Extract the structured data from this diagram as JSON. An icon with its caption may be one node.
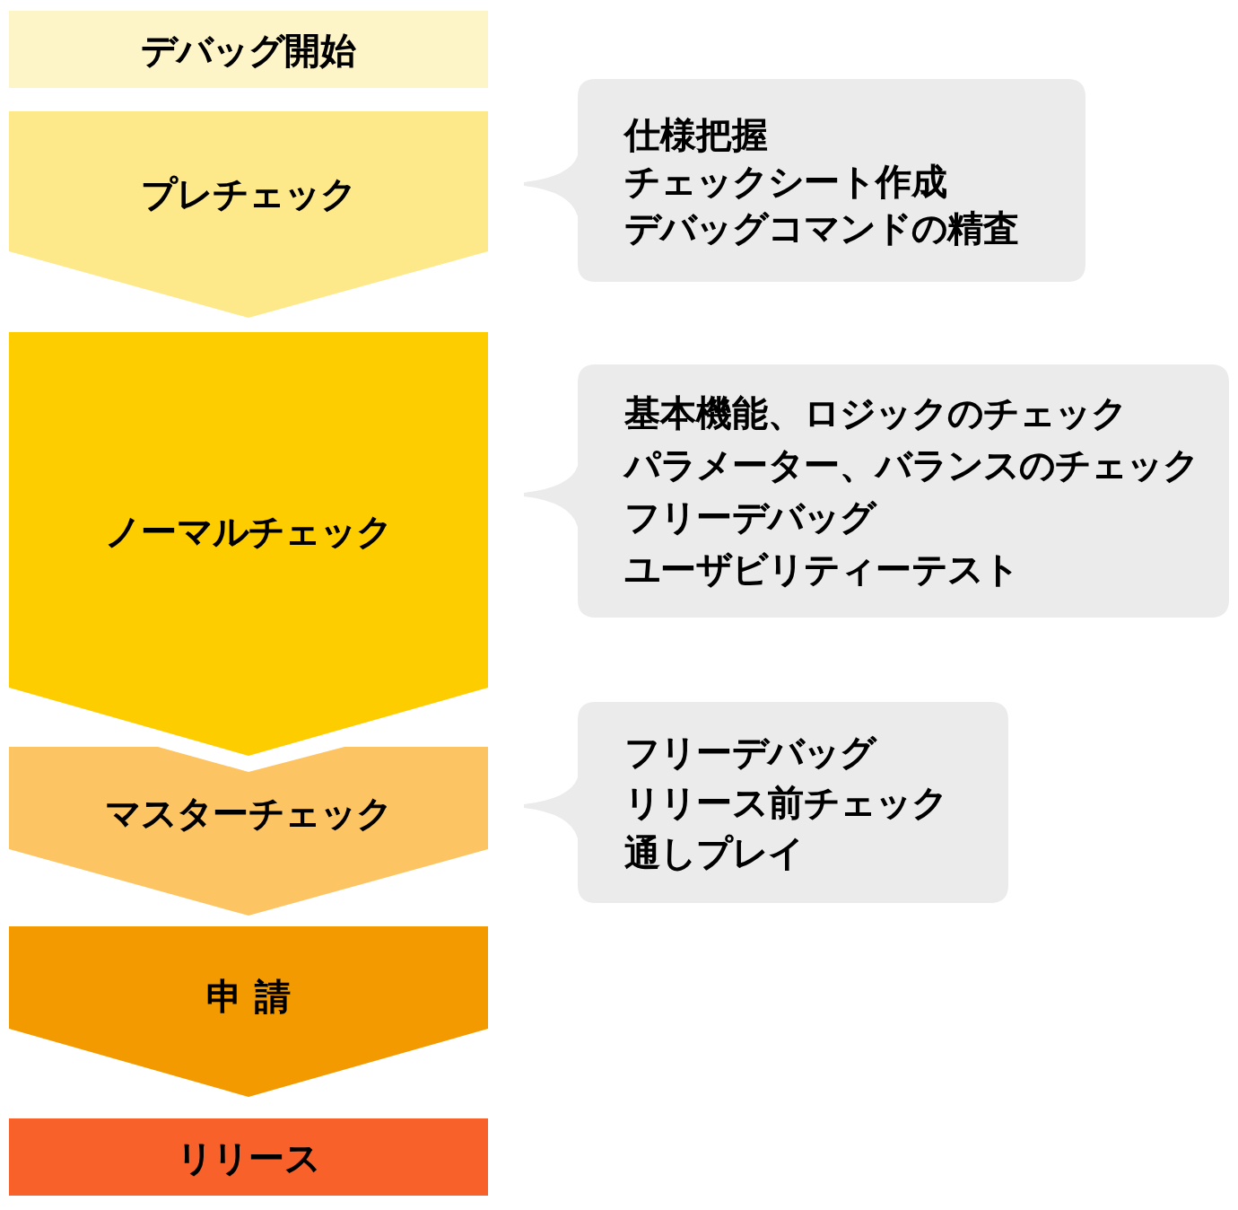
{
  "diagram": {
    "nodes": [
      {
        "text": [
          "デバッグ開始"
        ]
      },
      {
        "text": [
          "プレチェック"
        ]
      },
      {
        "text": [
          "ノーマルチェック"
        ]
      },
      {
        "text": [
          "マスターチェック"
        ]
      },
      {
        "text": [
          "申 請"
        ]
      },
      {
        "text": [
          "リリース"
        ]
      },
      {
        "text": [
          "仕様把握",
          "チェックシート作成",
          "デバッグコマンドの精査"
        ]
      },
      {
        "text": [
          "基本機能、ロジックのチェック",
          "パラメーター、バランスのチェック",
          "フリーデバッグ",
          "ユーザビリティーテスト"
        ]
      },
      {
        "text": [
          "フリーデバッグ",
          "リリース前チェック",
          "通しプレイ"
        ]
      }
    ]
  }
}
